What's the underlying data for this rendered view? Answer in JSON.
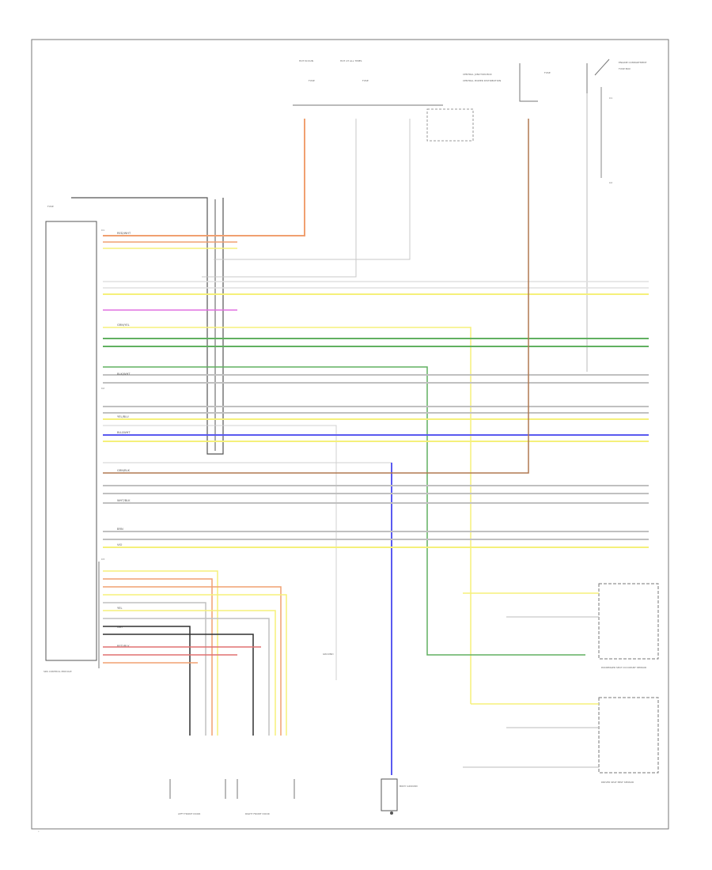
{
  "diagram": {
    "text": {
      "page_marker": "• ",
      "top_labels": [
        "HOT IN RUN",
        "HOT AT ALL TIMES",
        "FUSE",
        "FUSE",
        "CENTRAL JUNCTION BOX",
        "CENTRAL POWER DISTRIBUTION",
        "FUSE",
        "ENGINE COMPARTMENT",
        "FUSE BOX",
        "C1",
        "C2"
      ],
      "left_labels": [
        "SRS CONTROL MODULE",
        "FUSE",
        "C1",
        "C2",
        "C3"
      ],
      "bottom_labels": [
        "LEFT FRONT DOOR",
        "RIGHT FRONT DOOR",
        "GROUND",
        "BODY GROUND",
        "PASSENGER SEAT OCCUPANT SENSOR",
        "DRIVER SEAT BELT SENSOR"
      ],
      "wire_labels": [
        "RED/WHT",
        "GRN/YEL",
        "BLK/WHT",
        "YEL/BLU",
        "BLU/WHT",
        "GRN/BLK",
        "WHT/BLK",
        "BRN",
        "VIO",
        "RED/BLK",
        "YEL",
        "GRY"
      ]
    },
    "colors": {
      "orange": "#f0a070",
      "brown": "#b07850",
      "yellow": "#f5f07a",
      "magenta": "#e070e0",
      "green": "#60b060",
      "blue": "#5a5af0",
      "gray": "#a0a0a0",
      "red": "#e07070",
      "black": "#303030"
    }
  }
}
